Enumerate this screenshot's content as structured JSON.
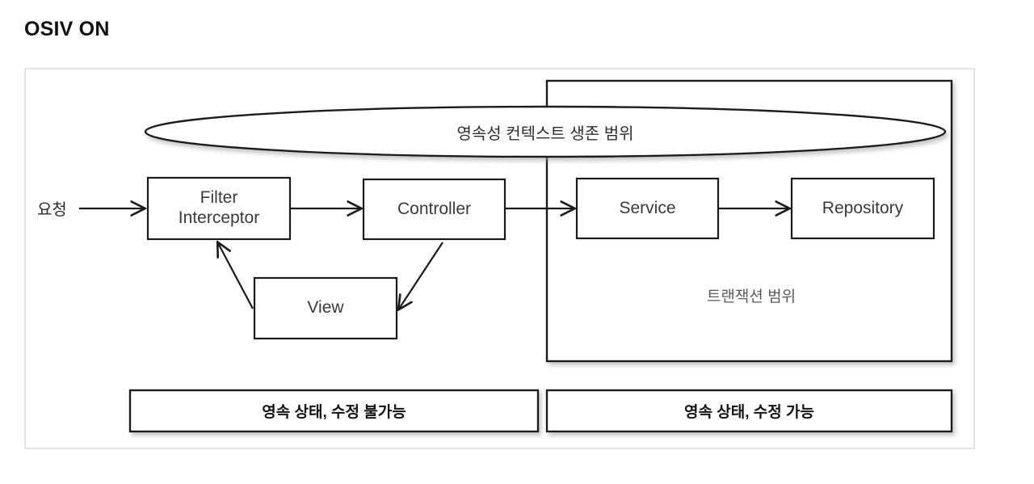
{
  "title": "OSIV ON",
  "diagram": {
    "type": "flow-diagram",
    "request_label": "요청",
    "persistence_scope_label": "영속성 컨텍스트 생존 범위",
    "transaction_scope_label": "트랜잭션 범위",
    "nodes": [
      {
        "id": "filter-interceptor",
        "label": "Filter\nInterceptor"
      },
      {
        "id": "controller",
        "label": "Controller"
      },
      {
        "id": "service",
        "label": "Service"
      },
      {
        "id": "repository",
        "label": "Repository"
      },
      {
        "id": "view",
        "label": "View"
      }
    ],
    "edges": [
      {
        "from": "요청",
        "to": "Filter Interceptor"
      },
      {
        "from": "Filter Interceptor",
        "to": "Controller"
      },
      {
        "from": "Controller",
        "to": "Service"
      },
      {
        "from": "Service",
        "to": "Repository"
      },
      {
        "from": "Controller",
        "to": "View"
      },
      {
        "from": "View",
        "to": "Filter Interceptor"
      }
    ],
    "state_bars": [
      {
        "id": "bar-left",
        "label": "영속 상태, 수정 불가능"
      },
      {
        "id": "bar-right",
        "label": "영속 상태, 수정 가능"
      }
    ]
  },
  "colors": {
    "frame_border": "#e4e4e4",
    "stroke": "#1a1a1a",
    "text": "#3a3a3a",
    "muted_text": "#5a5a5a",
    "background": "#ffffff"
  }
}
